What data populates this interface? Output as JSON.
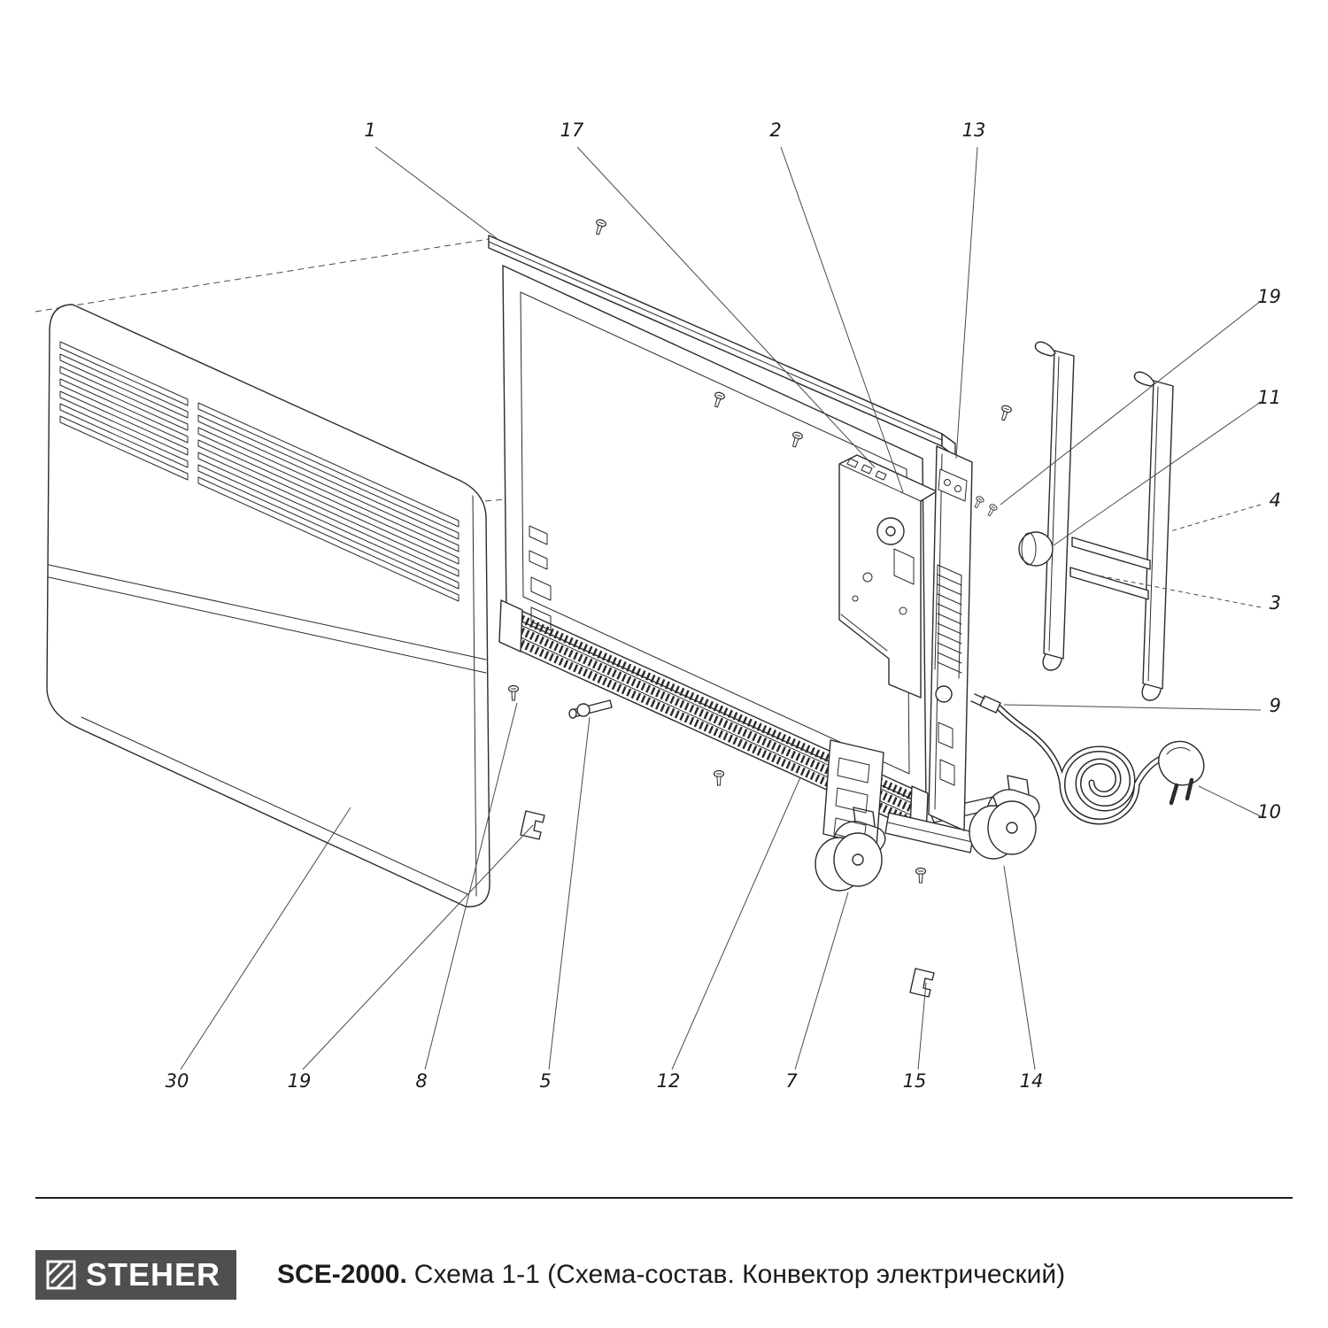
{
  "page": {
    "background": "#ffffff"
  },
  "colors": {
    "line": "#2b2b2b",
    "logo_background": "#4f4f4f",
    "logo_text": "#ffffff"
  },
  "callouts": {
    "top": [
      {
        "label": "1"
      },
      {
        "label": "17"
      },
      {
        "label": "2"
      },
      {
        "label": "13"
      }
    ],
    "right": [
      {
        "label": "19"
      },
      {
        "label": "11"
      },
      {
        "label": "4"
      },
      {
        "label": "3"
      },
      {
        "label": "9"
      },
      {
        "label": "10"
      }
    ],
    "bottom": [
      {
        "label": "30"
      },
      {
        "label": "19"
      },
      {
        "label": "8"
      },
      {
        "label": "5"
      },
      {
        "label": "12"
      },
      {
        "label": "7"
      },
      {
        "label": "15"
      },
      {
        "label": "14"
      }
    ]
  },
  "footer": {
    "brand": "STEHER",
    "model": "SCE-2000.",
    "title": "Схема 1-1 (Схема-состав. Конвектор электрический)"
  }
}
